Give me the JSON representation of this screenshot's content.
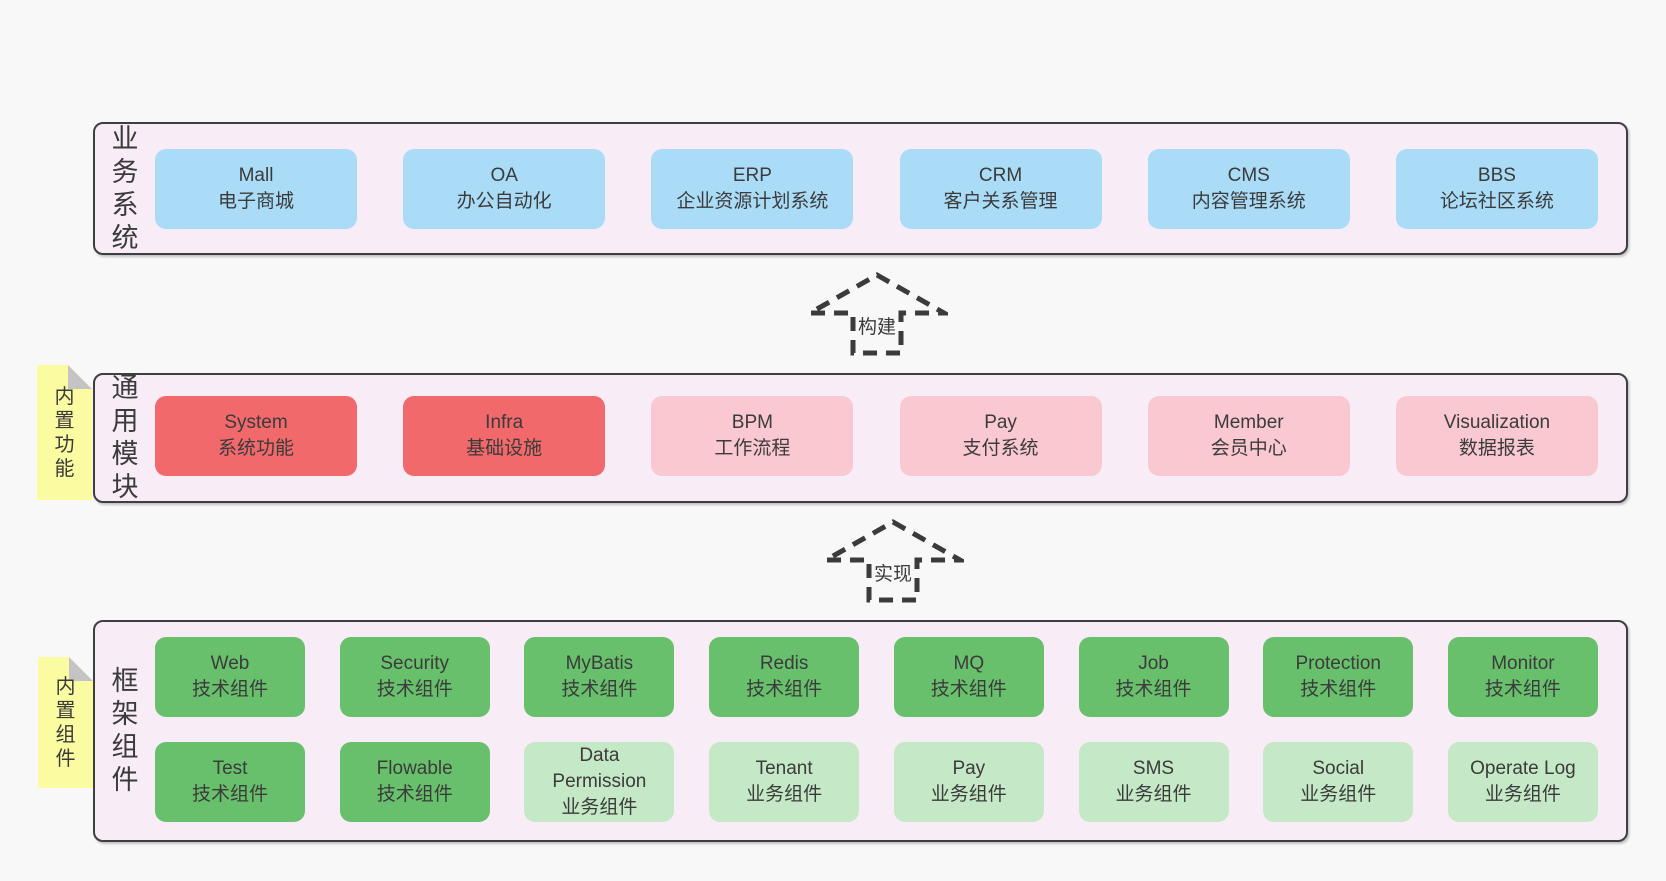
{
  "colors": {
    "page_bg": "#f8f8f8",
    "panel_bg": "#f8edf6",
    "panel_border": "#3f3f3f",
    "text": "#3b3b3b",
    "arrow": "#3b3b3b",
    "blue": "#aadcf8",
    "red": "#f1696b",
    "pink": "#f9c8d0",
    "green": "#68c06c",
    "light_green": "#c5e9c6",
    "sticky_bg": "#fbfba1",
    "sticky_fold": "#c4c4c4"
  },
  "layers": {
    "business": {
      "label": "业务系统",
      "boxes": [
        {
          "title": "Mall",
          "subtitle": "电子商城",
          "variant": "blue"
        },
        {
          "title": "OA",
          "subtitle": "办公自动化",
          "variant": "blue"
        },
        {
          "title": "ERP",
          "subtitle": "企业资源计划系统",
          "variant": "blue"
        },
        {
          "title": "CRM",
          "subtitle": "客户关系管理",
          "variant": "blue"
        },
        {
          "title": "CMS",
          "subtitle": "内容管理系统",
          "variant": "blue"
        },
        {
          "title": "BBS",
          "subtitle": "论坛社区系统",
          "variant": "blue"
        }
      ]
    },
    "common": {
      "label": "通用模块",
      "sticky": "内置功能",
      "boxes": [
        {
          "title": "System",
          "subtitle": "系统功能",
          "variant": "red"
        },
        {
          "title": "Infra",
          "subtitle": "基础设施",
          "variant": "red"
        },
        {
          "title": "BPM",
          "subtitle": "工作流程",
          "variant": "pink"
        },
        {
          "title": "Pay",
          "subtitle": "支付系统",
          "variant": "pink"
        },
        {
          "title": "Member",
          "subtitle": "会员中心",
          "variant": "pink"
        },
        {
          "title": "Visualization",
          "subtitle": "数据报表",
          "variant": "pink"
        }
      ]
    },
    "framework": {
      "label": "框架组件",
      "sticky": "内置组件",
      "rows": [
        [
          {
            "title": "Web",
            "subtitle": "技术组件",
            "variant": "green"
          },
          {
            "title": "Security",
            "subtitle": "技术组件",
            "variant": "green"
          },
          {
            "title": "MyBatis",
            "subtitle": "技术组件",
            "variant": "green"
          },
          {
            "title": "Redis",
            "subtitle": "技术组件",
            "variant": "green"
          },
          {
            "title": "MQ",
            "subtitle": "技术组件",
            "variant": "green"
          },
          {
            "title": "Job",
            "subtitle": "技术组件",
            "variant": "green"
          },
          {
            "title": "Protection",
            "subtitle": "技术组件",
            "variant": "green"
          },
          {
            "title": "Monitor",
            "subtitle": "技术组件",
            "variant": "green"
          }
        ],
        [
          {
            "title": "Test",
            "subtitle": "技术组件",
            "variant": "green"
          },
          {
            "title": "Flowable",
            "subtitle": "技术组件",
            "variant": "green"
          },
          {
            "title": "Data Permission",
            "subtitle": "业务组件",
            "variant": "light_green"
          },
          {
            "title": "Tenant",
            "subtitle": "业务组件",
            "variant": "light_green"
          },
          {
            "title": "Pay",
            "subtitle": "业务组件",
            "variant": "light_green"
          },
          {
            "title": "SMS",
            "subtitle": "业务组件",
            "variant": "light_green"
          },
          {
            "title": "Social",
            "subtitle": "业务组件",
            "variant": "light_green"
          },
          {
            "title": "Operate Log",
            "subtitle": "业务组件",
            "variant": "light_green"
          }
        ]
      ]
    }
  },
  "arrows": {
    "build": {
      "label": "构建"
    },
    "implement": {
      "label": "实现"
    }
  }
}
